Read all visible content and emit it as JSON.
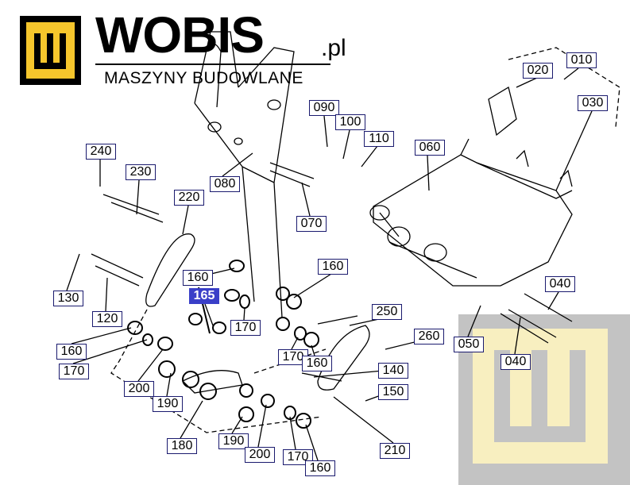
{
  "brand": {
    "name": "WOBIS",
    "domain_suffix": ".pl",
    "tagline": "MASZYNY BUDOWLANE",
    "accent_color": "#f6c62c"
  },
  "labels": [
    {
      "id": "010",
      "hl": false
    },
    {
      "id": "020",
      "hl": false
    },
    {
      "id": "030",
      "hl": false
    },
    {
      "id": "090",
      "hl": false
    },
    {
      "id": "100",
      "hl": false
    },
    {
      "id": "110",
      "hl": false
    },
    {
      "id": "060",
      "hl": false
    },
    {
      "id": "240",
      "hl": false
    },
    {
      "id": "230",
      "hl": false
    },
    {
      "id": "080",
      "hl": false
    },
    {
      "id": "220",
      "hl": false
    },
    {
      "id": "070",
      "hl": false
    },
    {
      "id": "160",
      "hl": false
    },
    {
      "id": "160",
      "hl": false
    },
    {
      "id": "130",
      "hl": false
    },
    {
      "id": "165",
      "hl": true
    },
    {
      "id": "170",
      "hl": false
    },
    {
      "id": "120",
      "hl": false
    },
    {
      "id": "250",
      "hl": false
    },
    {
      "id": "040",
      "hl": false
    },
    {
      "id": "160",
      "hl": false
    },
    {
      "id": "260",
      "hl": false
    },
    {
      "id": "050",
      "hl": false
    },
    {
      "id": "170",
      "hl": false
    },
    {
      "id": "160",
      "hl": false
    },
    {
      "id": "040",
      "hl": false
    },
    {
      "id": "170",
      "hl": false
    },
    {
      "id": "140",
      "hl": false
    },
    {
      "id": "200",
      "hl": false
    },
    {
      "id": "150",
      "hl": false
    },
    {
      "id": "190",
      "hl": false
    },
    {
      "id": "180",
      "hl": false
    },
    {
      "id": "190",
      "hl": false
    },
    {
      "id": "210",
      "hl": false
    },
    {
      "id": "200",
      "hl": false
    },
    {
      "id": "170",
      "hl": false
    },
    {
      "id": "160",
      "hl": false
    }
  ]
}
